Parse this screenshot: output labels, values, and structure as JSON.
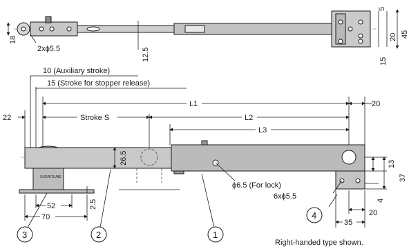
{
  "top_view": {
    "dim_height": "18",
    "dim_holes": "2xϕ5.5",
    "dim_rod": "12.5",
    "dim_top_small": "5",
    "dim_bracket_holes": "20",
    "dim_bracket_height": "45",
    "dim_bottom_small": "15"
  },
  "front_view": {
    "aux_stroke": "10 (Auxiliary stroke)",
    "stopper_stroke": "15 (Stroke for stopper release)",
    "dim_left": "22",
    "stroke_s": "Stroke S",
    "L1": "L1",
    "L2": "L2",
    "L3": "L3",
    "dim_right": "20",
    "dim_tube": "26.5",
    "lock_hole": "ϕ6.5 (For lock)",
    "dim_13": "13",
    "dim_37": "37",
    "holes_6x": "6xϕ5.5",
    "dim_4": "4",
    "dim_20b": "20",
    "dim_35": "35",
    "dim_52": "52",
    "dim_70": "70",
    "dim_25": "2.5"
  },
  "callouts": [
    "1",
    "2",
    "3",
    "4"
  ],
  "note": "Right-handed type shown."
}
